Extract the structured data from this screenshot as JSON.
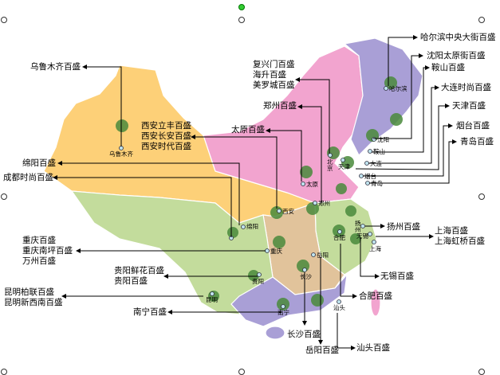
{
  "labels": {
    "urumqi": "乌鲁木齐百盛",
    "beijing": [
      "复兴门百盛",
      "海升百盛",
      "美罗城百盛"
    ],
    "zhengzhou": "郑州百盛",
    "taiyuan": "太原百盛",
    "xian": [
      "西安立丰百盛",
      "西安长安百盛",
      "西安时代百盛"
    ],
    "harbin": "哈尔滨中央大街百盛",
    "shenyang": "沈阳太原街百盛",
    "anshan": "鞍山百盛",
    "dalian": "大连时尚百盛",
    "tianjin": "天津百盛",
    "yantai": "烟台百盛",
    "qingdao": "青岛百盛",
    "mianyang": "绵阳百盛",
    "chengdu": "成都时尚百盛",
    "chongqing": [
      "重庆百盛",
      "重庆南坪百盛",
      "万州百盛"
    ],
    "guiyang": [
      "贵阳鲜花百盛",
      "贵阳百盛"
    ],
    "kunming": [
      "昆明柏联百盛",
      "昆明新西南百盛"
    ],
    "nanning": "南宁百盛",
    "yangzhou": "扬州百盛",
    "shanghai": [
      "上海百盛",
      "上海虹桥百盛"
    ],
    "wuxi": "无锡百盛",
    "hefei": "合肥百盛",
    "changsha": "长沙百盛",
    "yueyang": "岳阳百盛",
    "shantou": "汕头百盛"
  },
  "cities": {
    "urumqi": "乌鲁木齐",
    "harbin": "哈尔滨",
    "shenyang": "沈阳",
    "anshan": "鞍山",
    "dalian": "大连",
    "beijing": "北京",
    "tianjin": "天津",
    "yantai": "烟台",
    "qingdao": "青岛",
    "taiyuan": "太原",
    "xian": "西安",
    "zhengzhou": "郑州",
    "yangzhou": "扬州",
    "wuxi": "无锡",
    "shanghai": "上海",
    "hefei": "合肥",
    "yueyang": "岳阳",
    "changsha": "长沙",
    "chongqing": "重庆",
    "guiyang": "贵阳",
    "kunming": "昆明",
    "nanning": "南宁",
    "shantou": "汕头",
    "mianyang": "绵阳"
  },
  "colors": {
    "west": "#fdd078",
    "north": "#f2a4cf",
    "northeast": "#a99fd6",
    "green": "#c3dc9c",
    "central": "#e1c39b",
    "south": "#a99fd6",
    "marker": "#4a8a3c"
  }
}
